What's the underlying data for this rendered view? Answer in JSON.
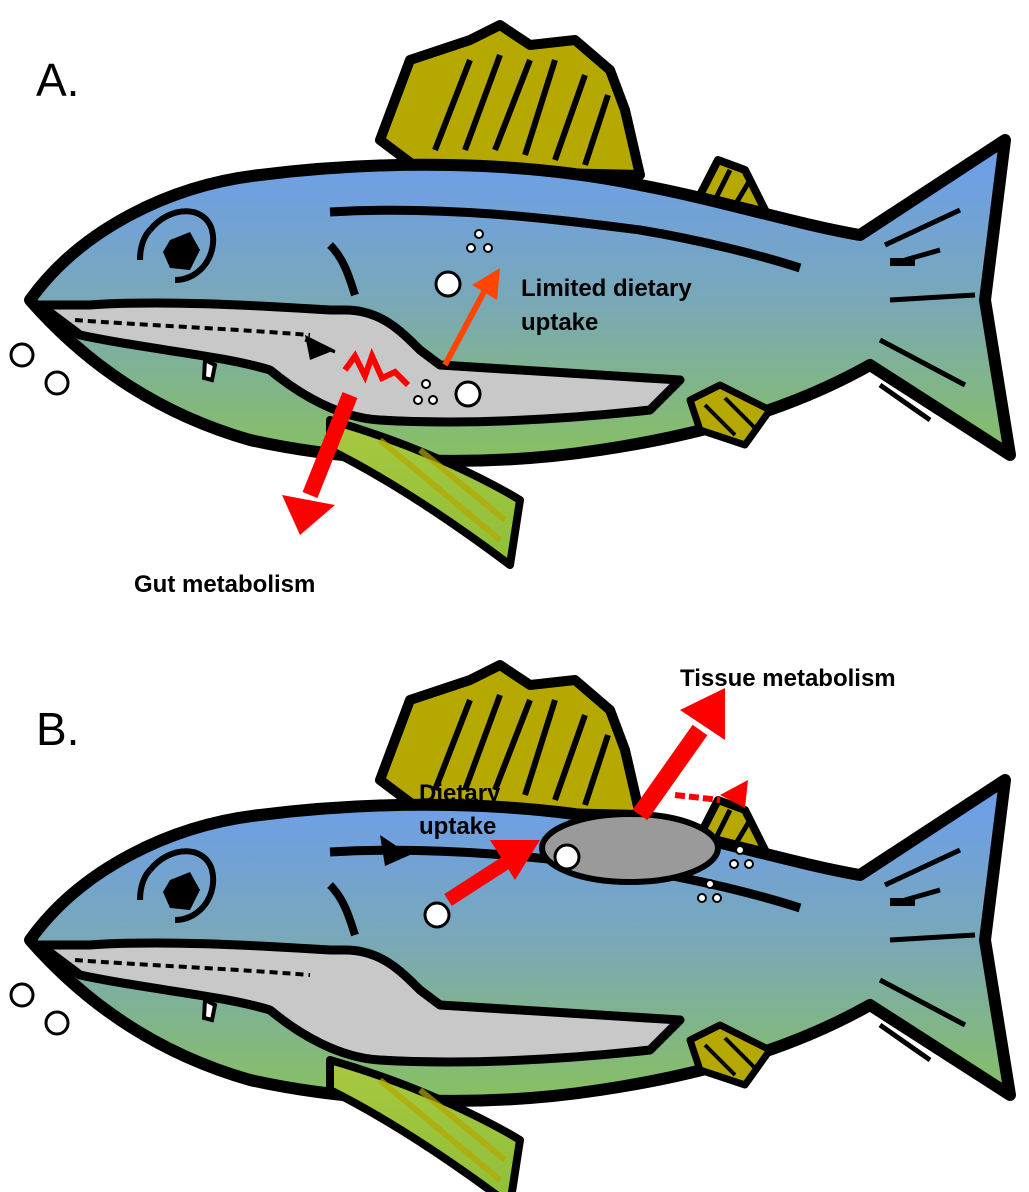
{
  "panels": [
    {
      "letter": "A.",
      "labels": {
        "uptake": [
          "Limited dietary",
          "uptake"
        ],
        "metabolism": "Gut metabolism"
      }
    },
    {
      "letter": "B.",
      "labels": {
        "uptake": [
          "Dietary",
          "uptake"
        ],
        "metabolism": "Tissue metabolism"
      }
    }
  ],
  "colors": {
    "body_top": "#6b9df0",
    "body_mid": "#79a8b8",
    "body_bottom": "#88c060",
    "fin": "#b5a800",
    "pectoral_fin": "#9acd32",
    "gut": "#c8c8c8",
    "tissue": "#9a9a9a",
    "arrow": "#ff0000",
    "outline": "#000000"
  }
}
